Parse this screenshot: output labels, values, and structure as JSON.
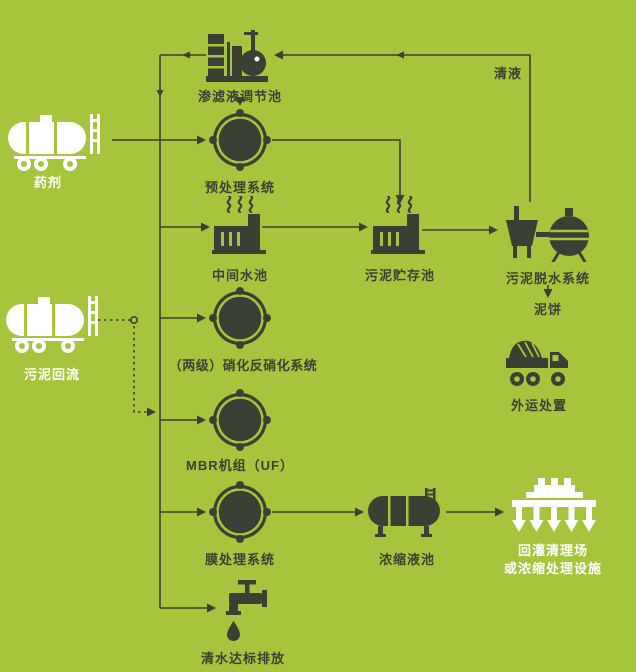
{
  "colors": {
    "background": "#a6c53c",
    "ink": "#3a4134",
    "text_light": "#ffffff"
  },
  "diagram": {
    "nodes": {
      "regulation_pool": {
        "label": "渗滤液调节池"
      },
      "pretreatment": {
        "label": "预处理系统"
      },
      "intermediate_pool": {
        "label": "中间水池"
      },
      "sludge_storage": {
        "label": "污泥贮存池"
      },
      "sludge_dewatering": {
        "label": "污泥脱水系统"
      },
      "nitrification": {
        "label": "（两级）硝化反硝化系统"
      },
      "mbr_unit": {
        "label": "MBR机组（UF）"
      },
      "membrane_system": {
        "label": "膜处理系统"
      },
      "concentrate_pool": {
        "label": "浓缩液池"
      },
      "clean_water": {
        "label": "清水达标排放"
      },
      "disposal": {
        "label": "外运处置"
      },
      "reinjection": {
        "label_line1": "回灌清理场",
        "label_line2": "或浓缩处理设施"
      },
      "chemical_agent": {
        "label": "药剂"
      },
      "sludge_return": {
        "label": "污泥回流"
      }
    },
    "annotations": {
      "clear_liquid": "清液",
      "mud_cake": "泥饼"
    }
  }
}
